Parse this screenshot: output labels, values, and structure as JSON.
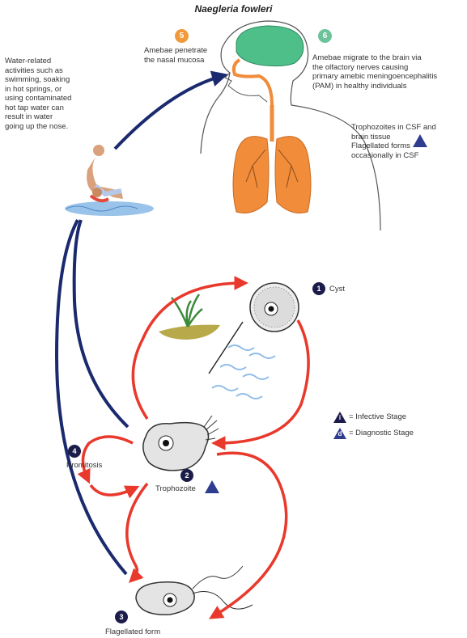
{
  "title": "Naegleria fowleri",
  "colors": {
    "cycle_arrow": "#e8392c",
    "infection_arrow": "#1b2a6e",
    "badge_dark": "#1c1c4a",
    "badge_orange": "#f29a3a",
    "badge_green": "#6cc39a",
    "brain": "#4fbf8a",
    "lungs": "#f08c3a",
    "diagnostic_triangle": "#2e3d8f",
    "water": "#8fbde8"
  },
  "water_text": [
    "Water-related",
    "activities such as",
    "swimming, soaking",
    "in hot springs, or",
    "using contaminated",
    "hot tap water can",
    "result in water",
    "going up the nose."
  ],
  "step5": {
    "number": "5",
    "text": [
      "Amebae penetrate",
      "the nasal mucosa"
    ]
  },
  "step6": {
    "number": "6",
    "text": [
      "Amebae migrate to the brain via",
      "the olfactory nerves causing",
      "primary amebic meningoencephalitis",
      "(PAM) in healthy individuals"
    ]
  },
  "diagnostic_note": [
    "Trophozoites in CSF and",
    "brain tissue",
    "Flagellated forms",
    "occasionally in CSF"
  ],
  "stage1": {
    "number": "1",
    "label": "Cyst"
  },
  "stage2": {
    "number": "2",
    "label": "Trophozoite"
  },
  "stage3": {
    "number": "3",
    "label": "Flagellated form"
  },
  "stage4": {
    "number": "4",
    "label": "Promitosis"
  },
  "legend": {
    "infective": {
      "symbol": "i",
      "label": "= Infective Stage"
    },
    "diagnostic": {
      "symbol": "d",
      "label": "= Diagnostic Stage"
    }
  },
  "icon_names": [
    "swimmer-icon",
    "human-body-icon",
    "brain-icon",
    "lungs-icon",
    "plant-icon",
    "water-wave-icon",
    "cyst-icon",
    "trophozoite-icon",
    "flagellate-icon"
  ]
}
